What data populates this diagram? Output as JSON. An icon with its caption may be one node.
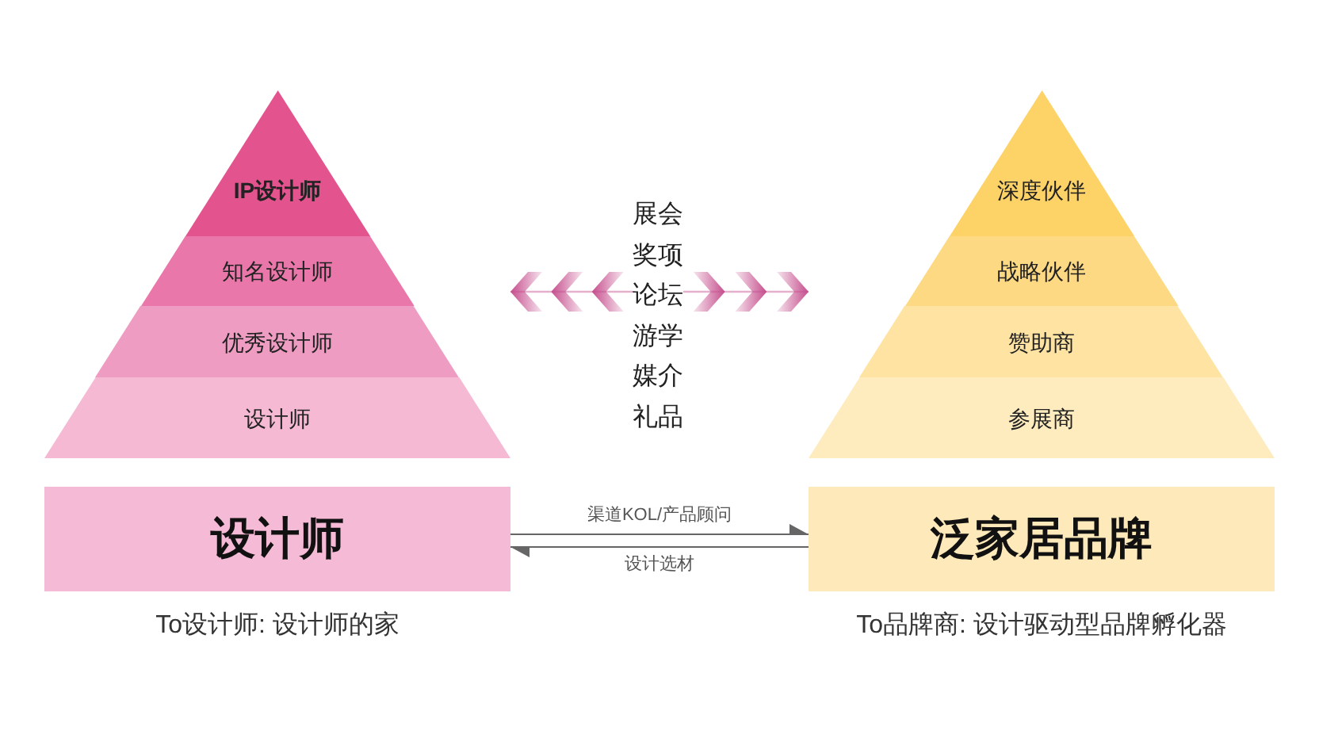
{
  "diagram": {
    "nodes": [
      {
        "text": [],
        "shape": "triangle"
      },
      {
        "text": [
          "IP设计师"
        ],
        "in": 0
      },
      {
        "text": [
          "知名设计师"
        ],
        "in": 0
      },
      {
        "text": [
          "优秀设计师"
        ],
        "in": 0
      },
      {
        "text": [
          "设计师"
        ],
        "in": 0
      },
      {
        "text": [
          "展会",
          "奖项",
          "论坛",
          "游学",
          "媒介",
          "礼品"
        ]
      },
      {
        "text": [],
        "shape": "triangle"
      },
      {
        "text": [
          "深度伙伴"
        ],
        "in": 6
      },
      {
        "text": [
          "战略伙伴"
        ],
        "in": 6
      },
      {
        "text": [
          "赞助商"
        ],
        "in": 6
      },
      {
        "text": [
          "参展商"
        ],
        "in": 6
      },
      {
        "text": [
          "设计师"
        ],
        "beside": [
          "To设计师: 设计师的家"
        ]
      },
      {
        "text": [
          "泛家居品牌"
        ],
        "beside": [
          "To品牌商: 设计驱动型品牌孵化器"
        ]
      }
    ],
    "edges": [
      {
        "from": 5,
        "to": 0,
        "arrow": "to",
        "color": "#c64f8e"
      },
      {
        "from": 5,
        "to": 6,
        "arrow": "to",
        "color": "#c64f8e"
      },
      {
        "from": 11,
        "to": 12,
        "arrow": "to",
        "label": "渠道KOL/产品顾问",
        "color": "#666666"
      },
      {
        "from": 12,
        "to": 11,
        "arrow": "to",
        "label": "设计选材",
        "color": "#666666"
      }
    ]
  }
}
